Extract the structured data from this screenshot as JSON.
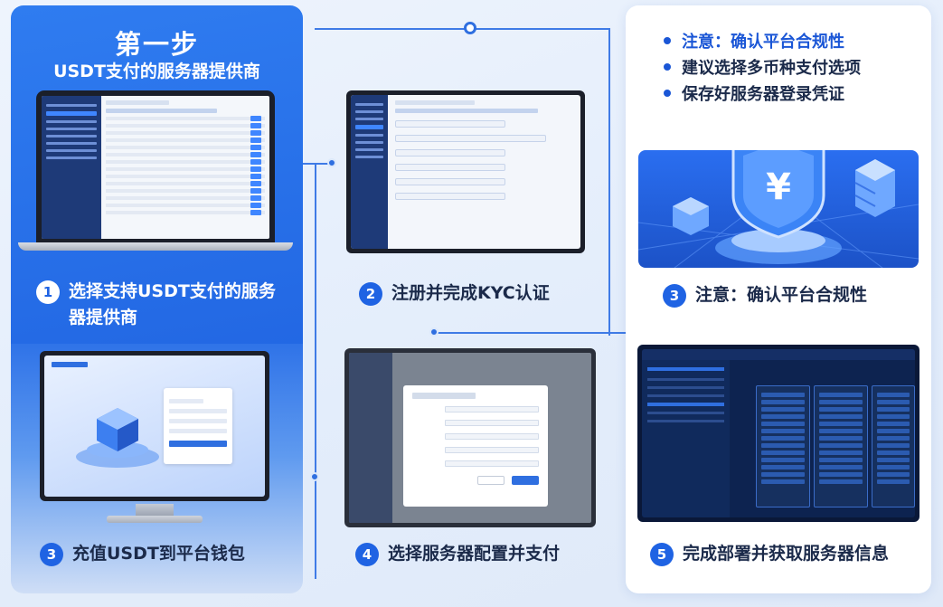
{
  "header": {
    "step_title": "第一步",
    "step_subtitle": "USDT支付的服务器提供商"
  },
  "notes": [
    "注意：确认平台合规性",
    "建议选择多币种支付选项",
    "保存好服务器登录凭证"
  ],
  "steps": [
    {
      "num": "1",
      "label": "选择支持USDT支付的服务器提供商"
    },
    {
      "num": "2",
      "label": "注册并完成KYC认证"
    },
    {
      "num": "3",
      "label": "注意：确认平台合规性"
    },
    {
      "num": "3",
      "label": "充值USDT到平台钱包"
    },
    {
      "num": "4",
      "label": "选择服务器配置并支付"
    },
    {
      "num": "5",
      "label": "完成部署并获取服务器信息"
    }
  ],
  "icons": {
    "shield": "yuan-shield-icon",
    "dot": "connector-dot-icon"
  },
  "colors": {
    "accent": "#1f63e3",
    "panel_blue": "#2f7cf0",
    "text_dark": "#1b2a4a"
  }
}
